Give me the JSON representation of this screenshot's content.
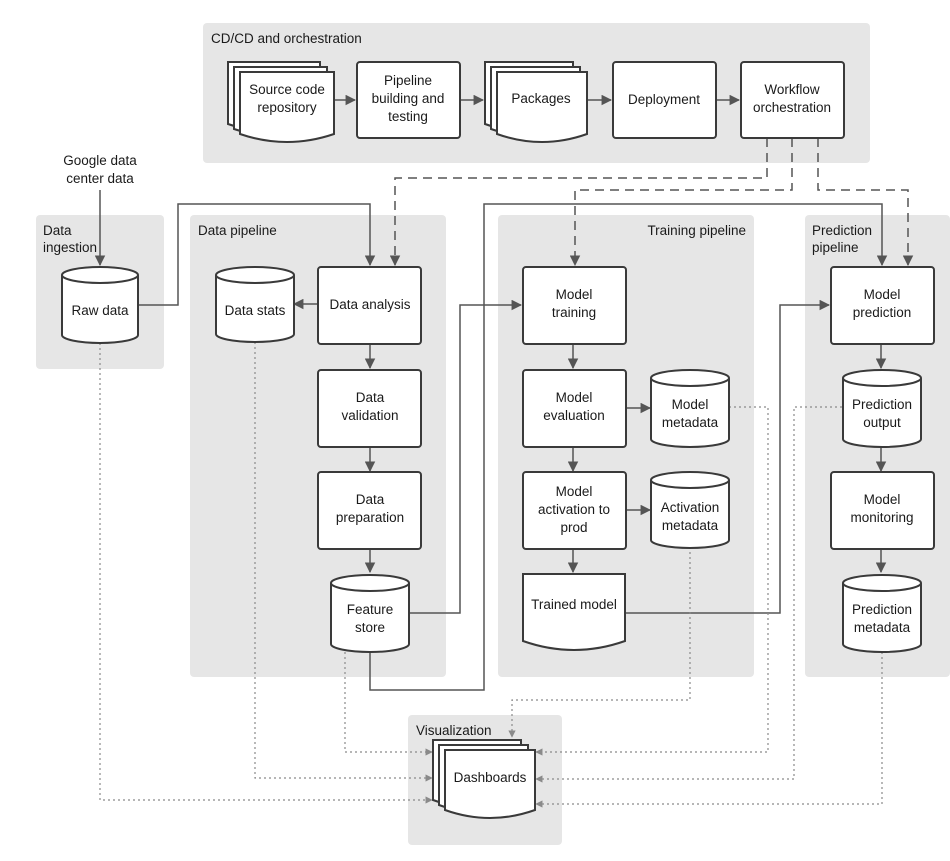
{
  "colors": {
    "panel": "#e6e6e6",
    "stroke": "#3a3a3a",
    "edge": "#555555",
    "dotted": "#8a8a8a"
  },
  "groups": {
    "cicd": "CD/CD and orchestration",
    "ingestion": [
      "Data",
      "ingestion"
    ],
    "data_pipeline": "Data pipeline",
    "training_pipeline": "Training pipeline",
    "prediction_pipeline": [
      "Prediction",
      "pipeline"
    ],
    "visualization": "Visualization"
  },
  "external": {
    "google_data": [
      "Google data",
      "center data"
    ]
  },
  "nodes": {
    "source_code_repository": [
      "Source code",
      "repository"
    ],
    "pipeline_building_testing": [
      "Pipeline",
      "building and",
      "testing"
    ],
    "packages": [
      "Packages"
    ],
    "deployment": [
      "Deployment"
    ],
    "workflow_orchestration": [
      "Workflow",
      "orchestration"
    ],
    "raw_data": [
      "Raw data"
    ],
    "data_stats": [
      "Data stats"
    ],
    "data_analysis": [
      "Data analysis"
    ],
    "data_validation": [
      "Data",
      "validation"
    ],
    "data_preparation": [
      "Data",
      "preparation"
    ],
    "feature_store": [
      "Feature",
      "store"
    ],
    "model_training": [
      "Model",
      "training"
    ],
    "model_evaluation": [
      "Model",
      "evaluation"
    ],
    "model_metadata": [
      "Model",
      "metadata"
    ],
    "model_activation": [
      "Model",
      "activation to",
      "prod"
    ],
    "activation_metadata": [
      "Activation",
      "metadata"
    ],
    "trained_model": [
      "Trained model"
    ],
    "model_prediction": [
      "Model",
      "prediction"
    ],
    "prediction_output": [
      "Prediction",
      "output"
    ],
    "model_monitoring": [
      "Model",
      "monitoring"
    ],
    "prediction_metadata": [
      "Prediction",
      "metadata"
    ],
    "dashboards": [
      "Dashboards"
    ]
  },
  "edges": [
    {
      "from": "source_code_repository",
      "to": "pipeline_building_testing",
      "style": "solid"
    },
    {
      "from": "pipeline_building_testing",
      "to": "packages",
      "style": "solid"
    },
    {
      "from": "packages",
      "to": "deployment",
      "style": "solid"
    },
    {
      "from": "deployment",
      "to": "workflow_orchestration",
      "style": "solid"
    },
    {
      "from": "workflow_orchestration",
      "to": "data_analysis",
      "style": "dashed"
    },
    {
      "from": "workflow_orchestration",
      "to": "model_training",
      "style": "dashed"
    },
    {
      "from": "workflow_orchestration",
      "to": "model_prediction",
      "style": "dashed"
    },
    {
      "from": "google_data",
      "to": "raw_data",
      "style": "solid"
    },
    {
      "from": "raw_data",
      "to": "data_analysis",
      "style": "solid"
    },
    {
      "from": "data_analysis",
      "to": "data_stats",
      "style": "solid"
    },
    {
      "from": "data_analysis",
      "to": "data_validation",
      "style": "solid"
    },
    {
      "from": "data_validation",
      "to": "data_preparation",
      "style": "solid"
    },
    {
      "from": "data_preparation",
      "to": "feature_store",
      "style": "solid"
    },
    {
      "from": "feature_store",
      "to": "model_training",
      "style": "solid"
    },
    {
      "from": "feature_store",
      "to": "model_prediction",
      "style": "solid"
    },
    {
      "from": "model_training",
      "to": "model_evaluation",
      "style": "solid"
    },
    {
      "from": "model_evaluation",
      "to": "model_metadata",
      "style": "solid"
    },
    {
      "from": "model_evaluation",
      "to": "model_activation",
      "style": "solid"
    },
    {
      "from": "model_activation",
      "to": "activation_metadata",
      "style": "solid"
    },
    {
      "from": "model_activation",
      "to": "trained_model",
      "style": "solid"
    },
    {
      "from": "trained_model",
      "to": "model_prediction",
      "style": "solid"
    },
    {
      "from": "model_prediction",
      "to": "prediction_output",
      "style": "solid"
    },
    {
      "from": "prediction_output",
      "to": "model_monitoring",
      "style": "solid"
    },
    {
      "from": "model_monitoring",
      "to": "prediction_metadata",
      "style": "solid"
    },
    {
      "from": "raw_data",
      "to": "dashboards",
      "style": "dotted"
    },
    {
      "from": "data_stats",
      "to": "dashboards",
      "style": "dotted"
    },
    {
      "from": "feature_store",
      "to": "dashboards",
      "style": "dotted"
    },
    {
      "from": "activation_metadata",
      "to": "dashboards",
      "style": "dotted"
    },
    {
      "from": "model_metadata",
      "to": "dashboards",
      "style": "dotted"
    },
    {
      "from": "prediction_output",
      "to": "dashboards",
      "style": "dotted"
    },
    {
      "from": "prediction_metadata",
      "to": "dashboards",
      "style": "dotted"
    }
  ]
}
